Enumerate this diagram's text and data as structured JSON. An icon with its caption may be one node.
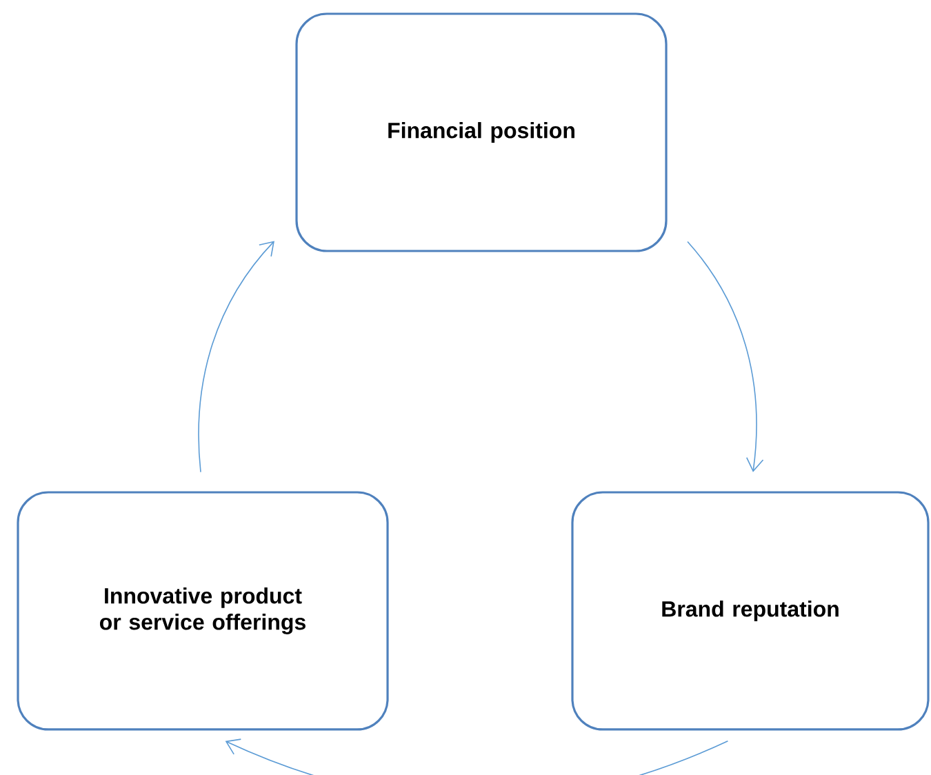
{
  "diagram": {
    "nodes": [
      {
        "text": [
          "Financial position"
        ]
      },
      {
        "text": [
          "Brand reputation"
        ]
      },
      {
        "text": [
          "Innovative product or service offerings"
        ]
      }
    ],
    "edges": [
      {
        "from": 0,
        "to": 1,
        "arrow": "to"
      },
      {
        "from": 1,
        "to": 2,
        "arrow": "to"
      },
      {
        "from": 2,
        "to": 0,
        "arrow": "to"
      }
    ]
  }
}
